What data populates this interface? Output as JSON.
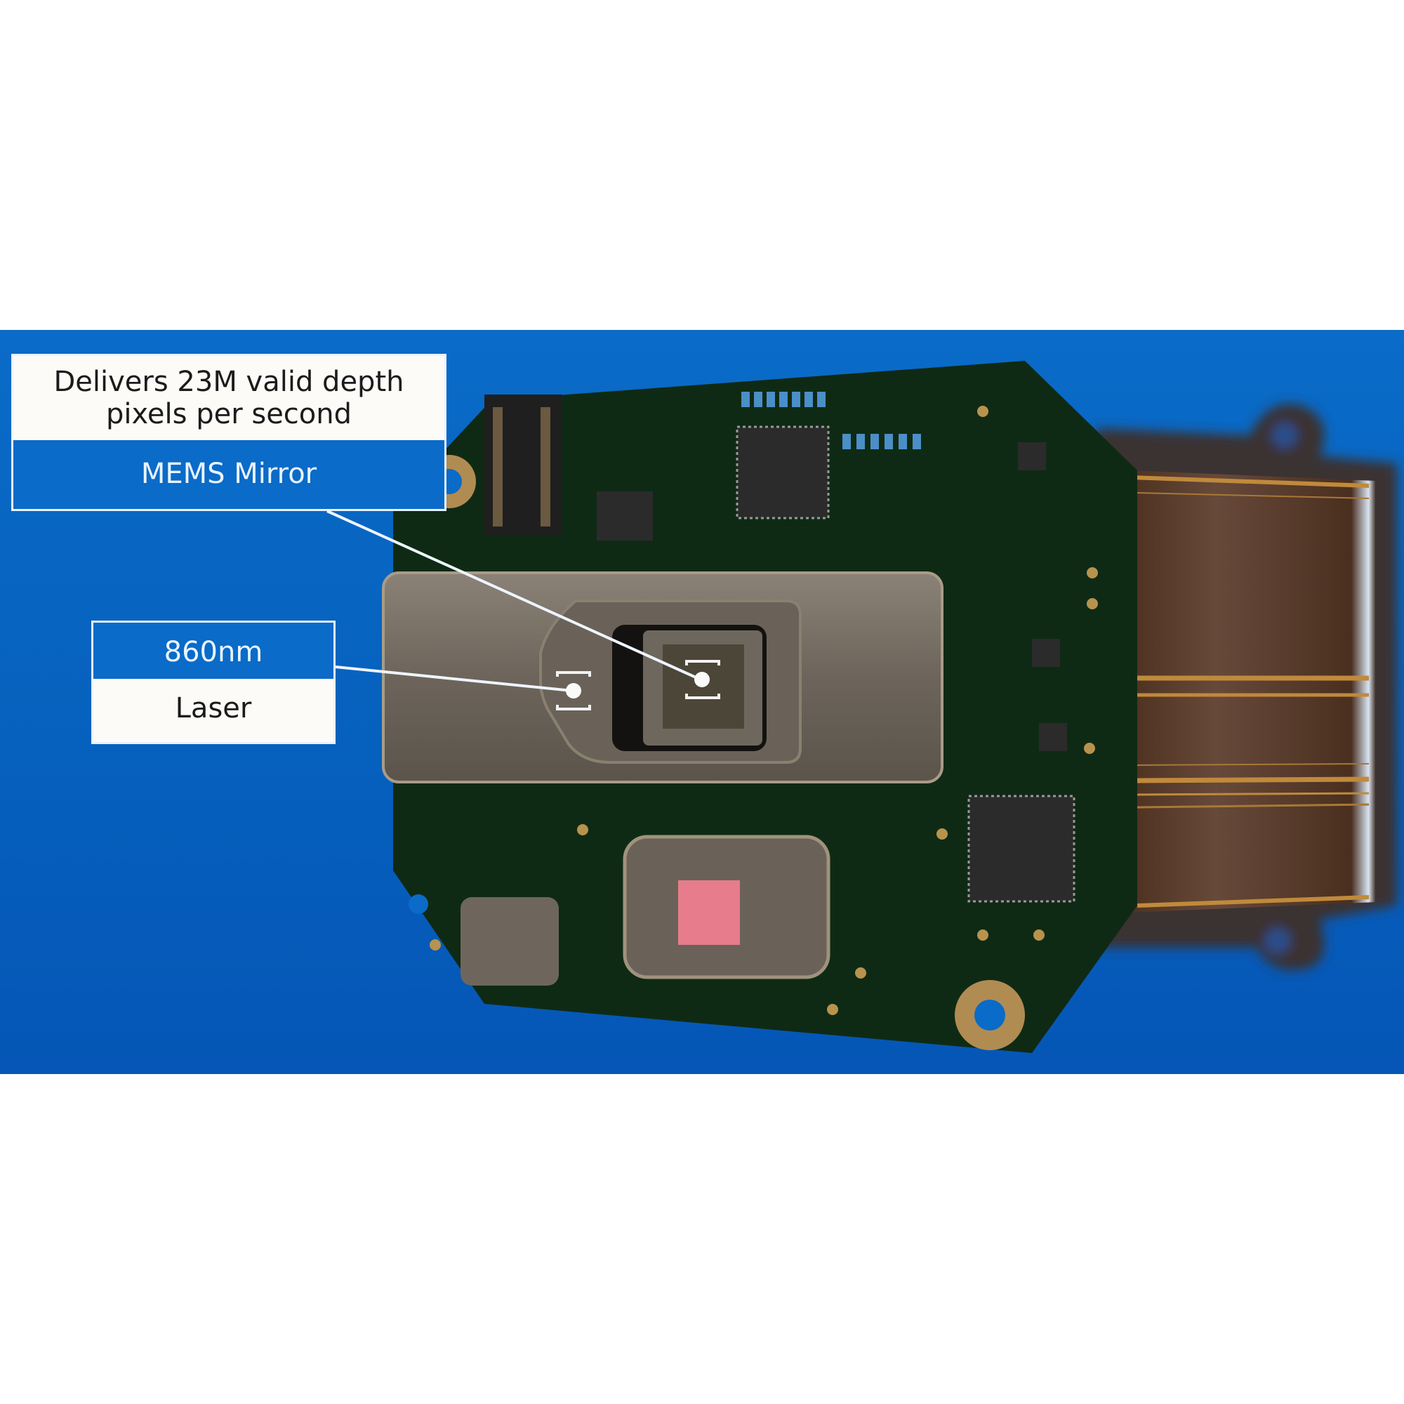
{
  "image": {
    "description": "3D render of a depth-camera circuit board on a blue background with annotation callouts",
    "background_color": "#ffffff",
    "stage_color": "#0764c0"
  },
  "callouts": [
    {
      "id": "mems-mirror",
      "description": "Delivers 23M valid depth pixels per second",
      "description_lines": [
        "Delivers 23M valid depth",
        "pixels per second"
      ],
      "label": "MEMS Mirror"
    },
    {
      "id": "laser",
      "label_top": "860nm",
      "label_bottom": "Laser"
    }
  ],
  "colors": {
    "callout_blue": "#0a6bc8",
    "callout_white": "#fdfbf8",
    "pcb_green": "#0f2a14",
    "metal_shield": "#6e665c",
    "flex_cable": "#5a3a24",
    "gold_trace": "#c08a3c",
    "sensor_pink": "#e67c8c"
  }
}
